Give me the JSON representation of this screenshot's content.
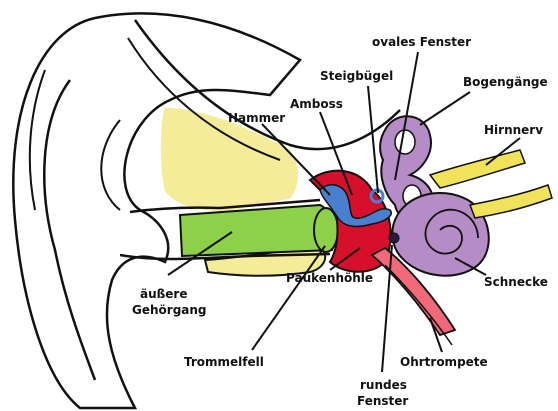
{
  "labels": {
    "ovales_fenster": "ovales Fenster",
    "steigbuegel": "Steigbügel",
    "bogengaenge": "Bogengänge",
    "amboss": "Amboss",
    "hammer": "Hammer",
    "hirnnerv": "Hirnnerv",
    "aeussere_gehoergang_line1": "äußere",
    "aeussere_gehoergang_line2": "Gehörgang",
    "paukenhoehle": "Paukenhöhle",
    "schnecke": "Schnecke",
    "ohrtrompete": "Ohrtrompete",
    "trommelfell": "Trommelfell",
    "rundes_fenster_line1": "rundes",
    "rundes_fenster_line2": "Fenster"
  },
  "colors": {
    "outline": "#111111",
    "bone": "#f5ec9a",
    "canal": "#8fd04a",
    "middle_ear": "#d6102a",
    "ossicles": "#4a7fd0",
    "cochlea": "#b58cc6",
    "nerve": "#f0e25a",
    "skin": "#ffffff"
  }
}
